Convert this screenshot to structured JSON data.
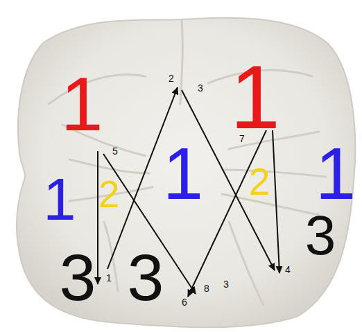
{
  "diagram": {
    "labels": [
      "1",
      "2",
      "3",
      "1",
      "5",
      "7",
      "1",
      "1",
      "2",
      "2",
      "1",
      "3",
      "3",
      "3",
      "1",
      "6",
      "8",
      "3",
      "4"
    ]
  }
}
